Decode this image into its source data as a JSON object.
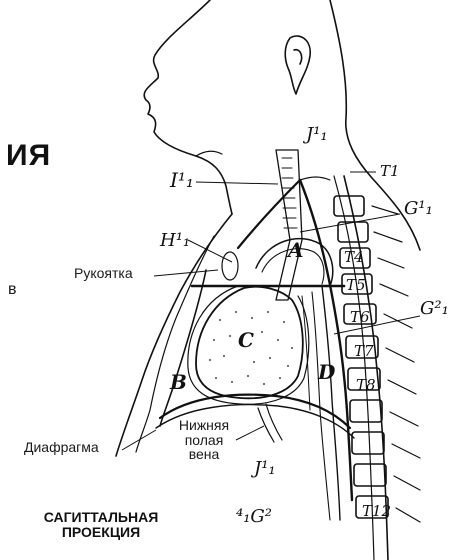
{
  "heading_fragment": "ИЯ",
  "side_letter": "в",
  "caption": {
    "line1": "САГИТТАЛЬНАЯ",
    "line2": "ПРОЕКЦИЯ"
  },
  "labels": {
    "manubrium": "Рукоятка",
    "diaphragm": "Диафрагма",
    "ivc_line1": "Нижняя",
    "ivc_line2": "полая",
    "ivc_line3": "вена"
  },
  "handwritten": {
    "j_top": "J¹₁",
    "i_mark": "I¹₁",
    "h_mark": "H¹₁",
    "g1_mark": "G¹₁",
    "g2_mark": "G²₁",
    "j_bottom": "J¹₁",
    "g2_bottom": "⁴₁G²",
    "region_a": "A",
    "region_b": "B",
    "region_c": "C",
    "region_d": "D"
  },
  "vertebrae": [
    "T1",
    "T4",
    "T5",
    "T6",
    "T7",
    "T8",
    "T12"
  ],
  "colors": {
    "ink": "#111111",
    "paper": "#ffffff"
  }
}
